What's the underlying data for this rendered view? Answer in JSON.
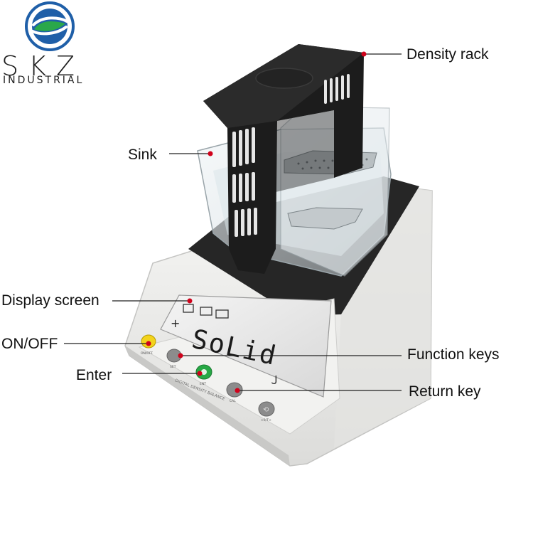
{
  "logo": {
    "brand": "SKZ",
    "tagline": "INDUSTRIAL",
    "colors": {
      "blue": "#1f5fa8",
      "green": "#2aa84a",
      "text": "#1e1e1e"
    }
  },
  "callouts": {
    "density_rack": "Density rack",
    "sink": "Sink",
    "display_screen": "Display screen",
    "on_off": "ON/OFF",
    "function_keys": "Function keys",
    "enter": "Enter",
    "return_key": "Return key"
  },
  "device": {
    "display_text": "SoLid",
    "panel_label": "DIGITAL DENSITY BALANCE",
    "keys": {
      "on_off": "ON/OFF",
      "set": "SET",
      "enter": "ENT",
      "cal": "CAL",
      "tare": ">0/T<"
    }
  },
  "colors": {
    "marker_red": "#d0021b",
    "rack_black": "#1c1c1c",
    "body_white": "#efefed",
    "on_off_yellow": "#f3d31c",
    "enter_green": "#27a845",
    "key_grey": "#8c8c8c"
  }
}
